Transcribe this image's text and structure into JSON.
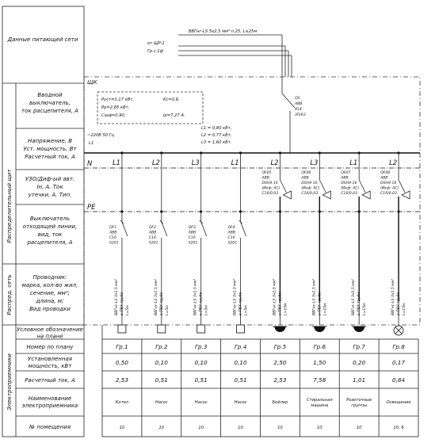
{
  "left_column": {
    "feed_network_data": "Данные питающей сети",
    "input_switch": [
      "Вводной",
      "выключатель,",
      "ток расцепителя, А"
    ],
    "voltage_power": [
      "Напряжение, В",
      "Уст. мощность, Вт",
      "Расчетный ток, А"
    ],
    "rcd": [
      "УЗО/Диф-ый авт.",
      "Iн, А. Ток",
      "утечки, А. Тип."
    ],
    "outgoing_switch": [
      "Выключатель",
      "отходящей линии,",
      "вид, ток",
      "расцепителя, А"
    ],
    "conductor": [
      "Проводник:",
      "марка, кол-во жил,",
      "сечение, мм²;",
      "длина, м;",
      "Вид проводки"
    ],
    "symbol_on_plan": [
      "Условное обозначение",
      "на плане"
    ],
    "plan_number": "Номер по плану",
    "installed_power": [
      "Установленная",
      "мощность, кВт"
    ],
    "calc_current": "Расчетный ток, А",
    "receiver_name": [
      "Наименование",
      "электроприемника"
    ],
    "room_number": "№ помещения"
  },
  "side_labels": {
    "distribution_board": "Распределительный щит",
    "distribution_network": "Распред. сеть",
    "receivers": "Электроприемники"
  },
  "feed": {
    "cable": "ВВГнг-LS 5х2,5 мм² n.25, L≥25м",
    "from": "от ЩР-1",
    "group": "Гр.с.1ф"
  },
  "panel": {
    "label": "ЩК",
    "calc_box": [
      "Руст=3,17 кВт,",
      "Рр=2,85 кВт,",
      "Cosφ=0,90,",
      "Kс=0,9,",
      "Iр=7,27 А."
    ],
    "supply": "~220В 50 Гц",
    "supply_phase": "L1",
    "main_breaker": [
      "QS",
      "ABB",
      "414",
      "3П/63"
    ],
    "phase_loads": [
      "L1 = 0,80 кВт,",
      "L2 = 0,77 кВт,",
      "L3 = 1,60 кВт."
    ],
    "neutral": "N",
    "pe": "PE"
  },
  "groups": [
    {
      "phase": "L1",
      "breaker": [
        "QF1",
        "ABB",
        "C16",
        "S201"
      ],
      "rcd": null,
      "cable": "ВВГнг-LS 3х1,5 мм²",
      "wiring": "в ПВХ трубе",
      "length": "L=5м",
      "symbol": "box",
      "num": "Гр.1",
      "power": "0,50",
      "current": "2,53",
      "name": "Котел",
      "room": "10"
    },
    {
      "phase": "L2",
      "breaker": [
        "QF2",
        "ABB",
        "C16",
        "S201"
      ],
      "rcd": null,
      "cable": "ВВГнг-LS 3х1,5 мм²",
      "wiring": "в ПВХ трубе",
      "length": "L=5м",
      "symbol": "box",
      "num": "Гр.2",
      "power": "0,10",
      "current": "0,51",
      "name": "Насос",
      "room": "10"
    },
    {
      "phase": "L3",
      "breaker": [
        "QF3",
        "ABB",
        "C16",
        "S201"
      ],
      "rcd": null,
      "cable": "ВВГнг-LS 3х1,5 мм²",
      "wiring": "в ПВХ трубе",
      "length": "L=5м",
      "symbol": "box",
      "num": "Гр.3",
      "power": "0,10",
      "current": "0,51",
      "name": "Насос",
      "room": "10"
    },
    {
      "phase": "L1",
      "breaker": [
        "QF4",
        "ABB",
        "C16",
        "S201"
      ],
      "rcd": null,
      "cable": "ВВГнг-LS 3х1,5 мм²",
      "wiring": "в ПВХ трубе",
      "length": "L=5м",
      "symbol": "box",
      "num": "Гр.4",
      "power": "0,10",
      "current": "0,51",
      "name": "Насос",
      "room": "10"
    },
    {
      "phase": "L2",
      "breaker": null,
      "rcd": [
        "QF05",
        "ABB",
        "DSH9-16",
        "(Икф: АС)",
        "С16/0,03"
      ],
      "cable": "ВВГнг-LS 3х2,5 мм²",
      "wiring": "в ПВХ трубе",
      "length": "L=10м",
      "symbol": "socket",
      "num": "Гр.5",
      "power": "2,50",
      "current": "2,53",
      "name": "Бойлер",
      "room": "10"
    },
    {
      "phase": "L3",
      "breaker": null,
      "rcd": [
        "QF06",
        "ABB",
        "DSH9-16",
        "(Икф: АС)",
        "С16/0,03"
      ],
      "cable": "ВВГнг-LS 3х2,5 мм²",
      "wiring": "в ПВХ трубе",
      "length": "L=10м",
      "symbol": "socket",
      "num": "Гр.6",
      "power": "1,50",
      "current": "7,58",
      "name": "Стиральная машина",
      "room": "10"
    },
    {
      "phase": "L1",
      "breaker": null,
      "rcd": [
        "QF07",
        "ABB",
        "DSH9-16",
        "(Икф: АС)",
        "С16/0,03"
      ],
      "cable": "ВВГнг-LS 3х2,5 мм²",
      "wiring": "в ПВХ трубе",
      "length": "L=15м",
      "symbol": "socket",
      "num": "Гр.7",
      "power": "0,20",
      "current": "1,01",
      "name": "Розеточные группы",
      "room": "10"
    },
    {
      "phase": "L2",
      "breaker": null,
      "rcd": [
        "QF08",
        "ABB",
        "DSH9-16",
        "(Икф: АС)",
        "С16/0,03"
      ],
      "cable": "ВВГнг-LS 3х1,5 мм²",
      "wiring": "в ПВХ трубе",
      "length": "L=15м",
      "symbol": "lamp",
      "num": "Гр.8",
      "power": "0,17",
      "current": "0,84",
      "name": "Освещение",
      "room": "10, 6"
    }
  ]
}
